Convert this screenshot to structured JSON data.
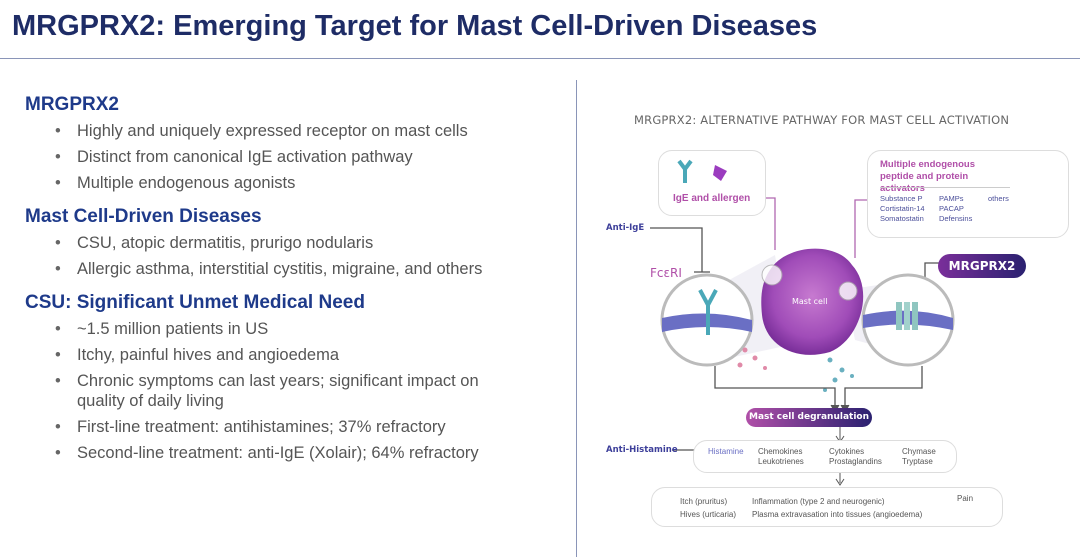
{
  "title": "MRGPRX2: Emerging Target for Mast Cell-Driven Diseases",
  "sections": [
    {
      "heading": "MRGPRX2",
      "bullets": [
        "Highly and uniquely expressed receptor on mast cells",
        "Distinct from canonical IgE activation pathway",
        "Multiple endogenous agonists"
      ]
    },
    {
      "heading": "Mast Cell-Driven Diseases",
      "bullets": [
        "CSU, atopic dermatitis, prurigo nodularis",
        "Allergic asthma, interstitial cystitis, migraine, and others"
      ]
    },
    {
      "heading": "CSU: Significant Unmet Medical Need",
      "bullets": [
        "~1.5 million patients in US",
        "Itchy, painful hives and angioedema",
        "Chronic symptoms can last years; significant impact on quality of daily living",
        "First-line treatment: antihistamines; 37% refractory",
        "Second-line treatment: anti-IgE (Xolair); 64% refractory"
      ]
    }
  ],
  "diagram": {
    "title": "MRGPRX2: ALTERNATIVE PATHWAY FOR MAST CELL ACTIVATION",
    "ige_box": "IgE and allergen",
    "activators_title": "Multiple endogenous peptide and protein activators",
    "activators": [
      [
        "Substance P",
        "Cortistatin-14",
        "Somatostatin"
      ],
      [
        "PAMPs",
        "PACAP",
        "Defensins"
      ],
      [
        "others"
      ]
    ],
    "anti_ige": "Anti-IgE",
    "fceri": "FcεRI",
    "mrgprx2_label": "MRGPRX2",
    "mast_cell": "Mast cell",
    "degranulation": "Mast cell degranulation",
    "anti_histamine": "Anti-Histamine",
    "mediators": [
      [
        "Histamine"
      ],
      [
        "Chemokines",
        "Leukotrienes"
      ],
      [
        "Cytokines",
        "Prostaglandins"
      ],
      [
        "Chymase",
        "Tryptase"
      ]
    ],
    "effects": [
      [
        "Itch (pruritus)",
        "Hives (urticaria)"
      ],
      [
        "Inflammation (type 2 and neurogenic)",
        "Plasma extravasation into tissues (angioedema)"
      ],
      [
        "Pain"
      ]
    ]
  }
}
